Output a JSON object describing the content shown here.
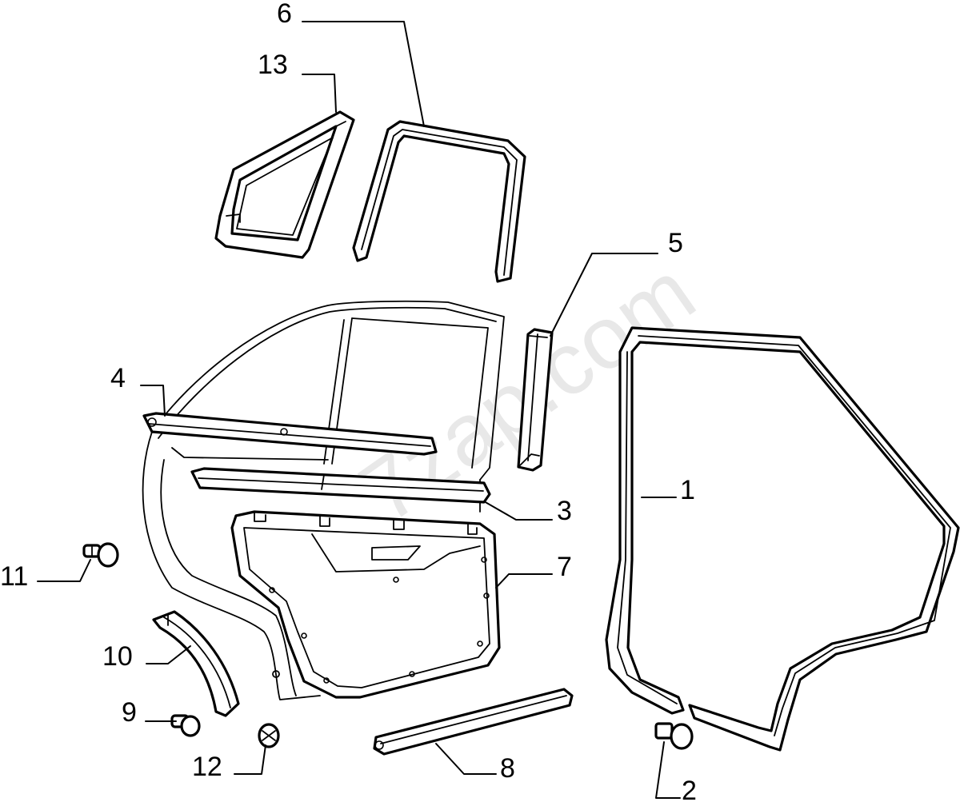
{
  "diagram": {
    "watermark": "7zap.com",
    "callouts": [
      {
        "id": "1",
        "label": "1"
      },
      {
        "id": "2",
        "label": "2"
      },
      {
        "id": "3",
        "label": "3"
      },
      {
        "id": "4",
        "label": "4"
      },
      {
        "id": "5",
        "label": "5"
      },
      {
        "id": "6",
        "label": "6"
      },
      {
        "id": "7",
        "label": "7"
      },
      {
        "id": "8",
        "label": "8"
      },
      {
        "id": "9",
        "label": "9"
      },
      {
        "id": "10",
        "label": "10"
      },
      {
        "id": "11",
        "label": "11"
      },
      {
        "id": "12",
        "label": "12"
      },
      {
        "id": "13",
        "label": "13"
      }
    ]
  }
}
